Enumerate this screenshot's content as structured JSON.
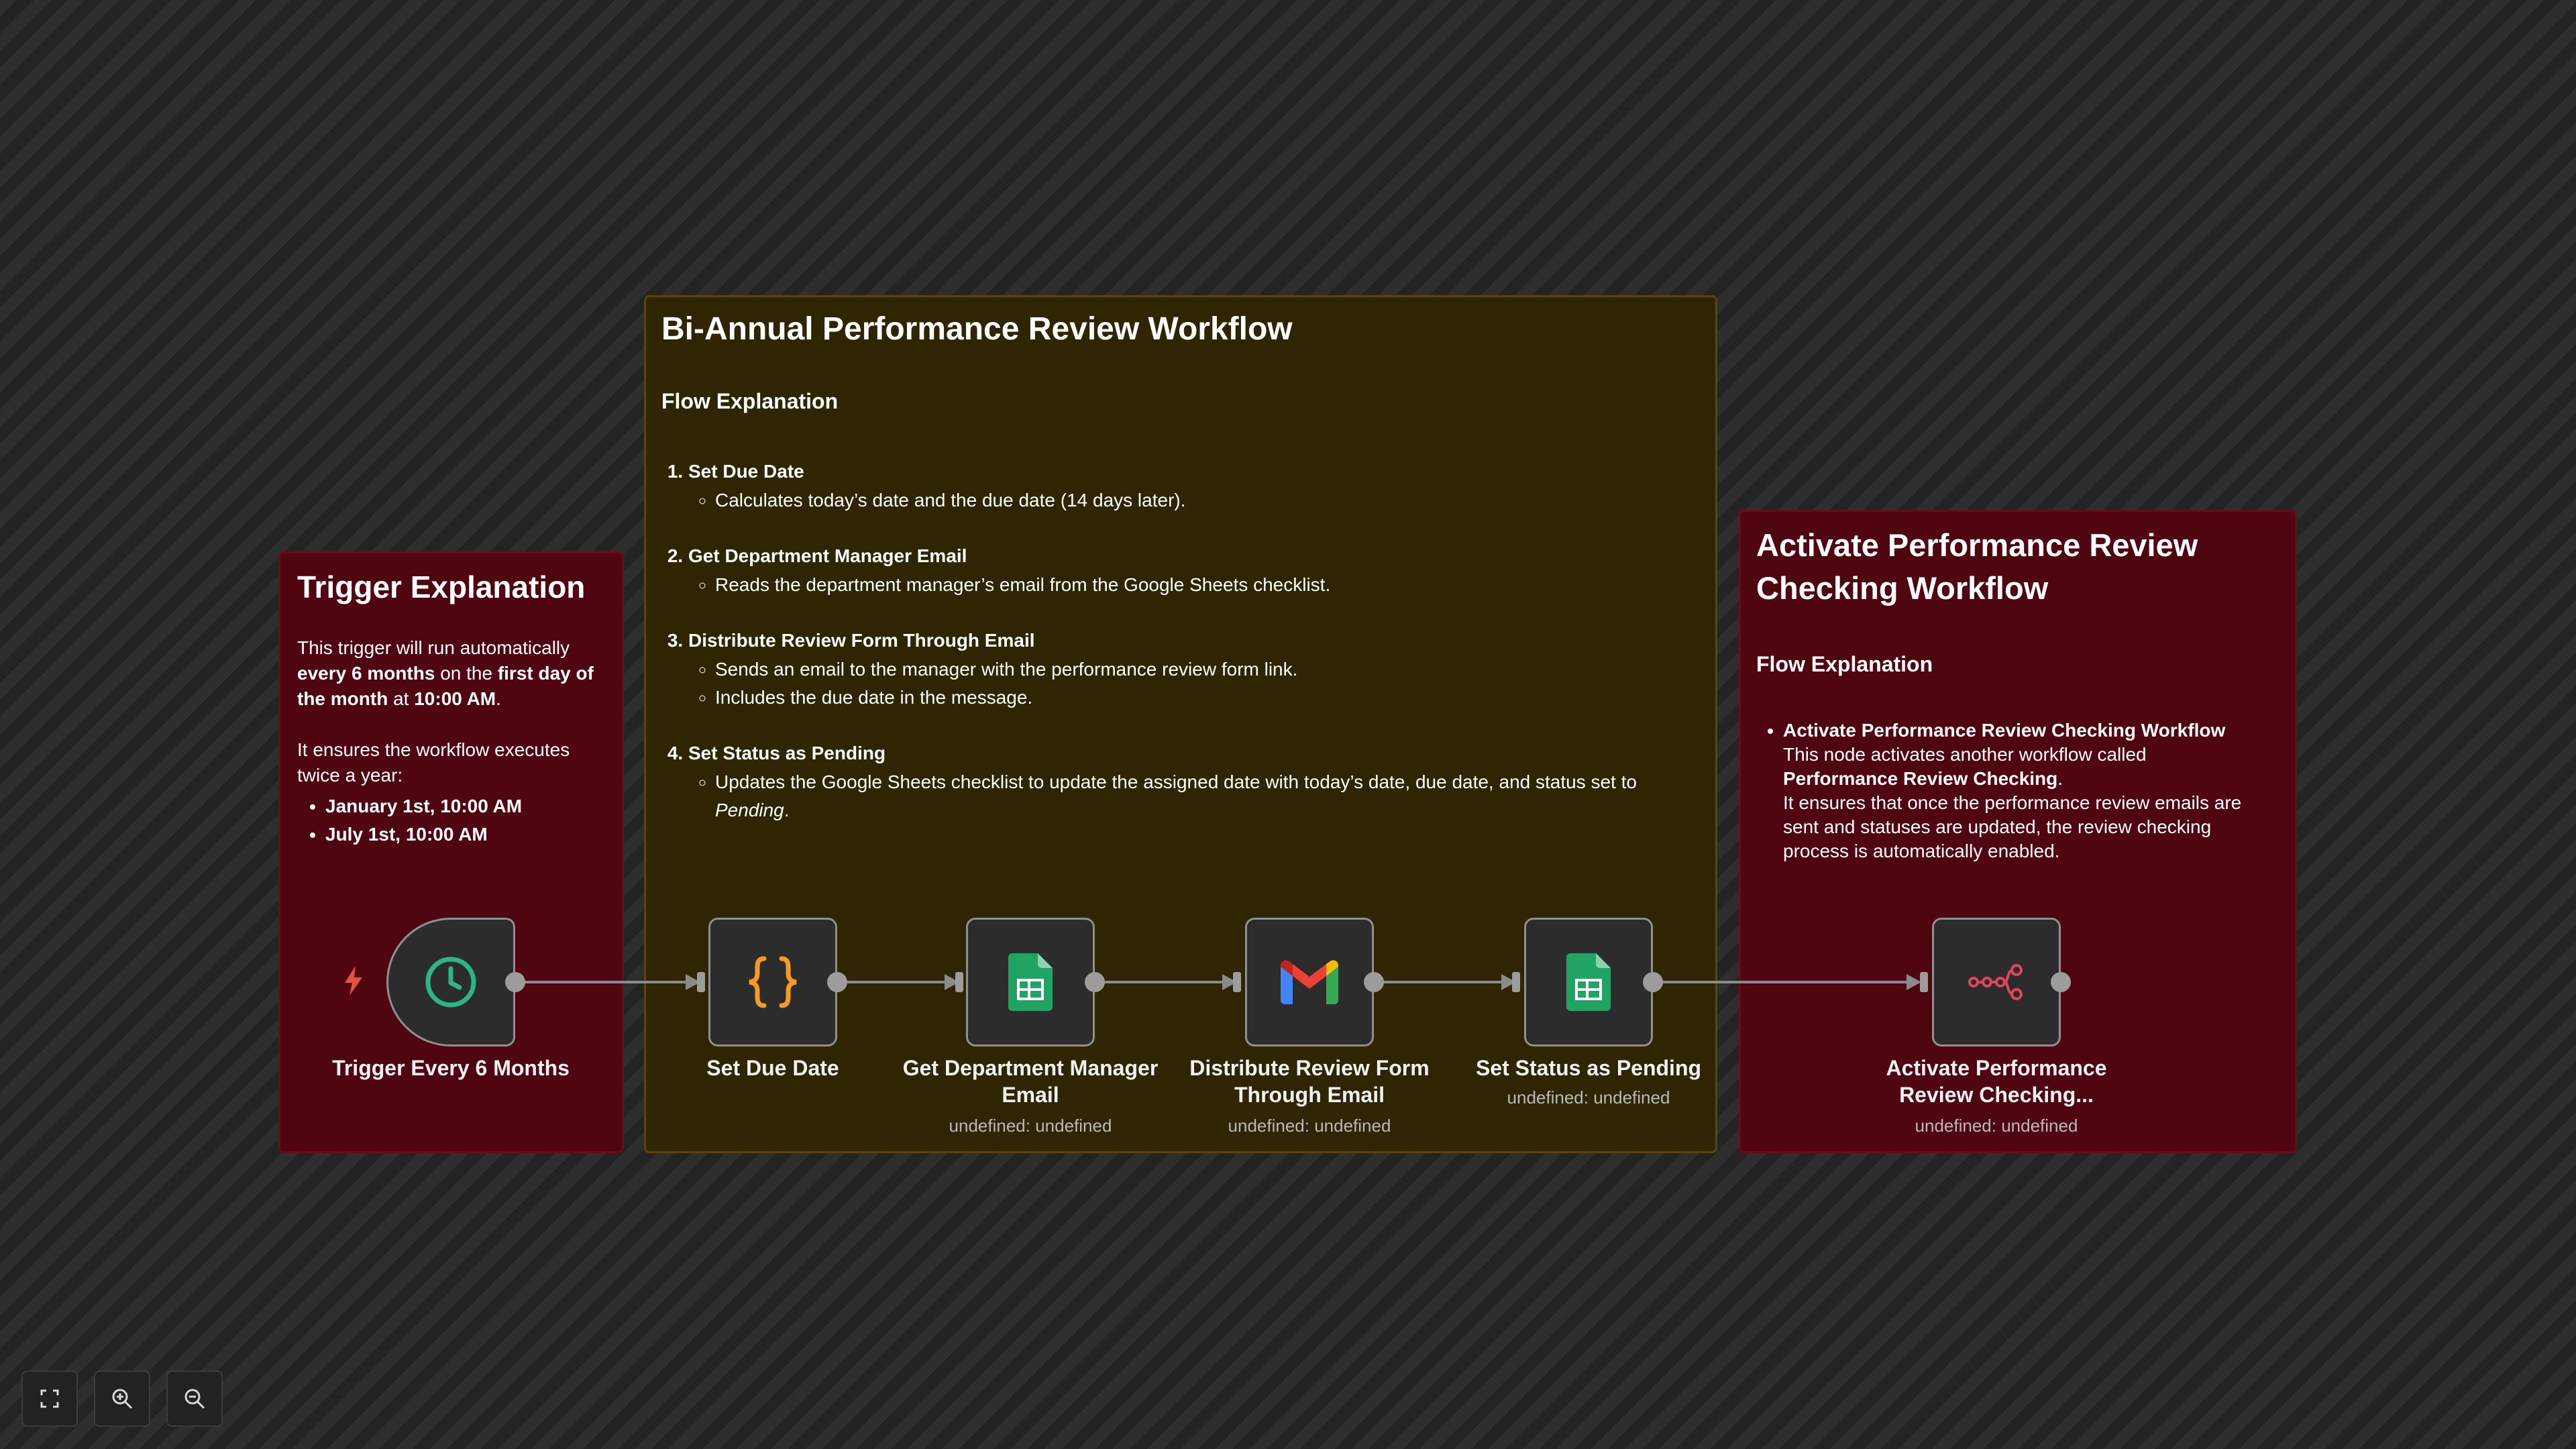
{
  "trigger_note": {
    "title": "Trigger Explanation",
    "p1_a": "This trigger will run automatically ",
    "p1_b": "every 6 months",
    "p1_c": " on the ",
    "p1_d": "first day of the month",
    "p1_e": " at ",
    "p1_f": "10:00 AM",
    "p1_g": ".",
    "p2": "It ensures the workflow executes twice a year:",
    "items": [
      "January 1st, 10:00 AM",
      "July 1st, 10:00 AM"
    ]
  },
  "main_note": {
    "title": "Bi-Annual Performance Review Workflow",
    "flow_heading": "Flow Explanation",
    "steps": [
      {
        "title": "Set Due Date",
        "bullets": [
          "Calculates today’s date and the due date (14 days later)."
        ]
      },
      {
        "title": "Get Department Manager Email",
        "bullets": [
          "Reads the department manager’s email from the Google Sheets checklist."
        ]
      },
      {
        "title": "Distribute Review Form Through Email",
        "bullets": [
          "Sends an email to the manager with the performance review form link.",
          "Includes the due date in the message."
        ]
      },
      {
        "title": "Set Status as Pending",
        "bullet_text": "Updates the Google Sheets checklist to update the assigned date with today’s date, due date, and status set to ",
        "bullet_em": "Pending",
        "bullet_end": "."
      }
    ]
  },
  "right_note": {
    "title": "Activate Performance Review Checking Workflow",
    "flow_heading": "Flow Explanation",
    "item_title": "Activate Performance Review Checking Workflow",
    "item_line1": "This node activates another workflow called",
    "item_bold": "Performance Review Checking",
    "item_dot": ".",
    "item_line2": "It ensures that once the performance review emails are sent and statuses are updated, the review checking process is automatically enabled."
  },
  "nodes": [
    {
      "label": "Trigger Every 6 Months",
      "sub": "",
      "icon": "clock-icon"
    },
    {
      "label": "Set Due Date",
      "sub": "",
      "icon": "code-braces-icon"
    },
    {
      "label": "Get Department Manager Email",
      "sub": "undefined: undefined",
      "icon": "google-sheets-icon"
    },
    {
      "label": "Distribute Review Form Through Email",
      "sub": "undefined: undefined",
      "icon": "gmail-icon"
    },
    {
      "label": "Set Status as Pending",
      "sub": "undefined: undefined",
      "icon": "google-sheets-icon"
    },
    {
      "label": "Activate Performance Review Checking...",
      "sub": "undefined: undefined",
      "icon": "workflow-share-icon"
    }
  ],
  "controls": [
    "fit-view-icon",
    "zoom-in-icon",
    "zoom-out-icon"
  ],
  "colors": {
    "red_note": "#4f0610",
    "olive_note": "#302502",
    "trigger_clock": "#2bb58a",
    "bolt": "#e5533c",
    "code": "#f59a23",
    "sheets": "#1fa463",
    "subworkflow": "#e0455f"
  }
}
